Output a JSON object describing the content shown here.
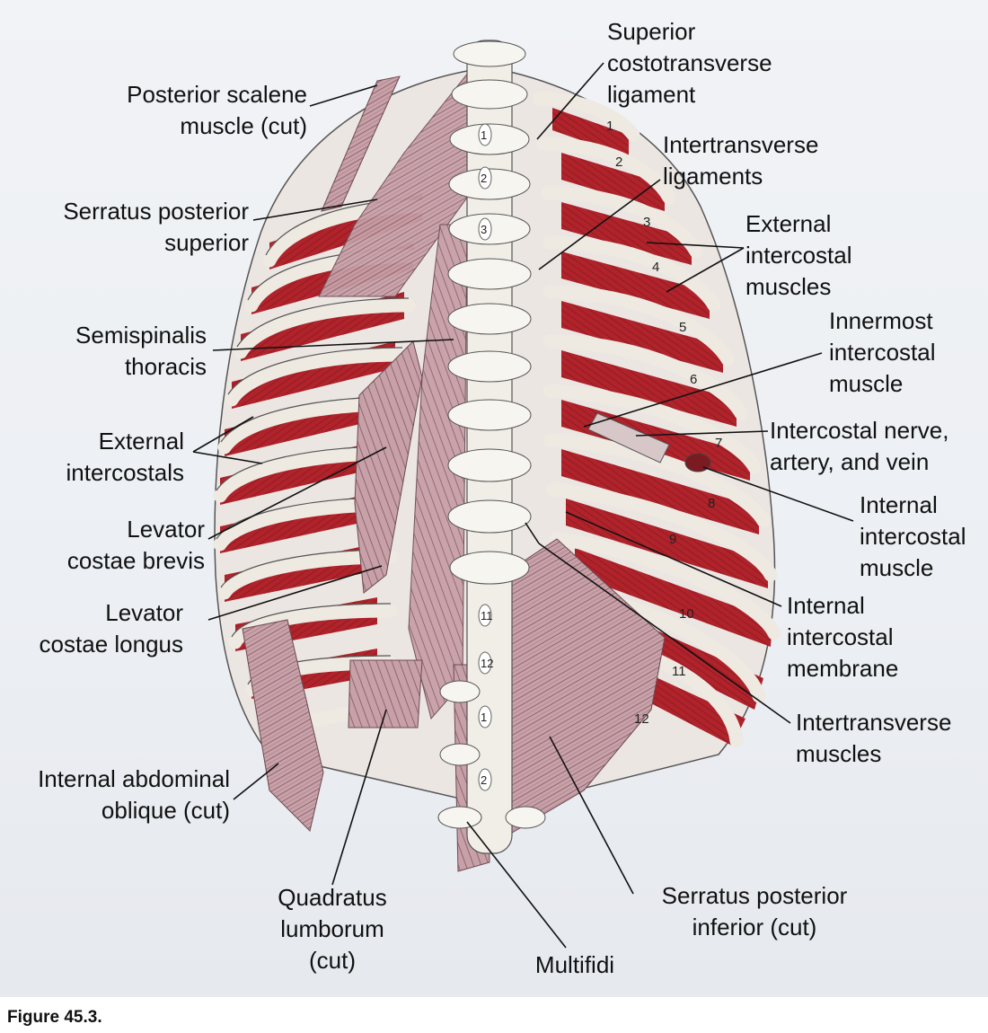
{
  "figure_caption": "Figure 45.3.",
  "labels_left": {
    "posterior_scalene": [
      "Posterior scalene",
      "muscle (cut)"
    ],
    "serratus_posterior_superior": [
      "Serratus posterior",
      "superior"
    ],
    "semispinalis_thoracis": [
      "Semispinalis",
      "thoracis"
    ],
    "external_intercostals": [
      "External",
      "intercostals"
    ],
    "levator_costae_brevis": [
      "Levator",
      "costae brevis"
    ],
    "levator_costae_longus": [
      "Levator",
      "costae longus"
    ],
    "internal_abdominal_oblique": [
      "Internal abdominal",
      "oblique (cut)"
    ]
  },
  "labels_bottom": {
    "quadratus_lumborum": [
      "Quadratus",
      "lumborum",
      "(cut)"
    ],
    "multifidi": [
      "Multifidi"
    ],
    "serratus_posterior_inferior": [
      "Serratus posterior",
      "inferior (cut)"
    ]
  },
  "labels_right": {
    "superior_costotransverse_ligament": [
      "Superior",
      "costotransverse",
      "ligament"
    ],
    "intertransverse_ligaments": [
      "Intertransverse",
      "ligaments"
    ],
    "external_intercostal_muscles": [
      "External",
      "intercostal",
      "muscles"
    ],
    "innermost_intercostal_muscle": [
      "Innermost",
      "intercostal",
      "muscle"
    ],
    "intercostal_nerve_artery_vein": [
      "Intercostal nerve,",
      "artery, and vein"
    ],
    "internal_intercostal_muscle": [
      "Internal",
      "intercostal",
      "muscle"
    ],
    "internal_intercostal_membrane": [
      "Internal",
      "intercostal",
      "membrane"
    ],
    "intertransverse_muscles": [
      "Intertransverse",
      "muscles"
    ]
  },
  "rib_numbers": [
    "1",
    "2",
    "3",
    "4",
    "5",
    "6",
    "7",
    "8",
    "9",
    "10",
    "11",
    "12"
  ],
  "vertebra_numbers": [
    "1",
    "2",
    "3",
    "11",
    "12",
    "1",
    "2"
  ],
  "colors": {
    "muscle_red": "#b0232b",
    "muscle_pink": "#c9a1a8",
    "bone": "#f2efe8",
    "leader_line": "#111111"
  }
}
